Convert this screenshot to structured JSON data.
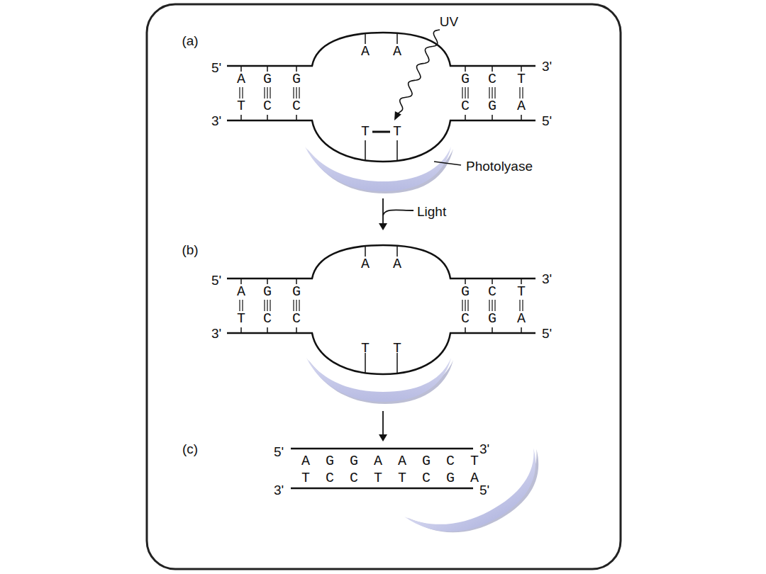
{
  "diagram": {
    "labels": [
      "(a)",
      "UV",
      "5'",
      "3'",
      "A",
      "G",
      "G",
      "A",
      "A",
      "G",
      "C",
      "T",
      "T",
      "C",
      "C",
      "T",
      "T",
      "C",
      "G",
      "A",
      "3'",
      "5'",
      "Photolyase",
      "Light",
      "(b)",
      "5'",
      "3'",
      "A",
      "G",
      "G",
      "A",
      "A",
      "G",
      "C",
      "T",
      "T",
      "C",
      "C",
      "T",
      "T",
      "C",
      "G",
      "A",
      "3'",
      "5'",
      "(c)",
      "5'",
      "AGGAAGCT",
      "3'",
      "TCCTTCGA",
      "3'",
      "5'"
    ]
  }
}
